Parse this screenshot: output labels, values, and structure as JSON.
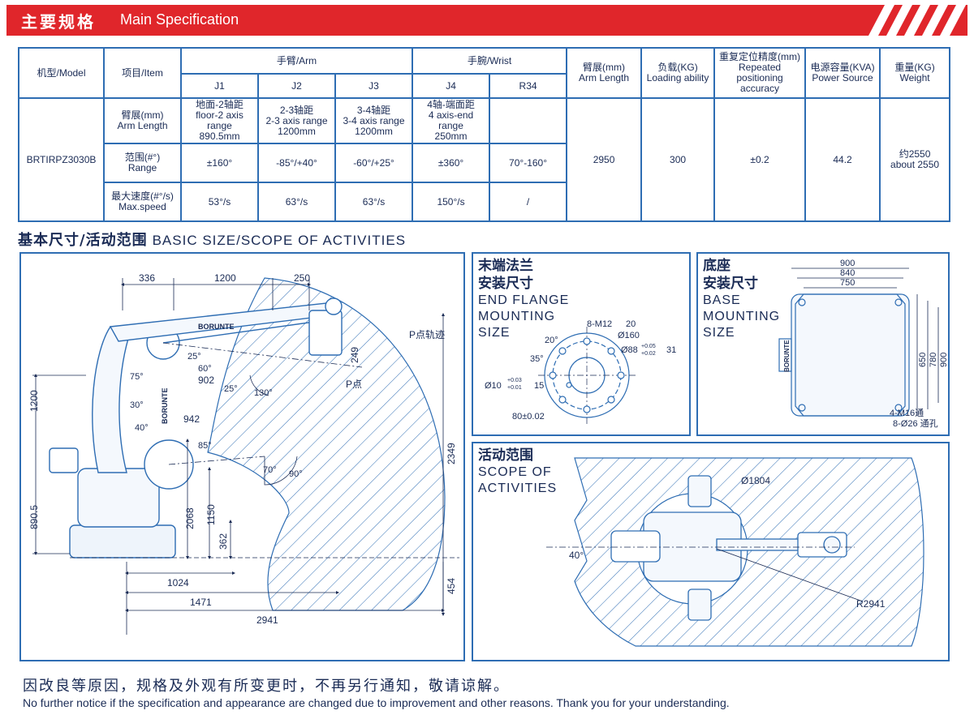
{
  "header": {
    "title_zh": "主要规格",
    "title_en": "Main Specification"
  },
  "spec": {
    "model_header": "机型/Model",
    "item_header": "项目/Item",
    "arm_header": "手臂/Arm",
    "wrist_header": "手腕/Wrist",
    "axes": [
      "J1",
      "J2",
      "J3",
      "J4",
      "R34"
    ],
    "reach_header_zh": "臂展(mm)",
    "reach_header_en": "Arm Length",
    "load_header_zh": "负载(KG)",
    "load_header_en": "Loading ability",
    "accuracy_header_zh": "重复定位精度(mm)",
    "accuracy_header_en": "Repeated positioning accuracy",
    "power_header_zh": "电源容量(KVA)",
    "power_header_en": "Power Source",
    "weight_header_zh": "重量(KG)",
    "weight_header_en": "Weight",
    "model": "BRTIRPZ3030B",
    "rows": [
      {
        "label_zh": "臂展(mm)",
        "label_en": "Arm Length",
        "cells": [
          {
            "zh": "地面-2轴距",
            "en": "floor-2 axis range",
            "val": "890.5mm"
          },
          {
            "zh": "2-3轴距",
            "en": "2-3 axis range",
            "val": "1200mm"
          },
          {
            "zh": "3-4轴距",
            "en": "3-4 axis range",
            "val": "1200mm"
          },
          {
            "zh": "4轴-端面距",
            "en": "4 axis-end range",
            "val": "250mm"
          },
          {
            "zh": "",
            "en": "",
            "val": ""
          }
        ]
      },
      {
        "label_zh": "范围(#°)",
        "label_en": "Range",
        "values": [
          "±160°",
          "-85°/+40°",
          "-60°/+25°",
          "±360°",
          "70°-160°"
        ]
      },
      {
        "label_zh": "最大速度(#°/s)",
        "label_en": "Max.speed",
        "values": [
          "53°/s",
          "63°/s",
          "63°/s",
          "150°/s",
          "/"
        ]
      }
    ],
    "arm_length": "2950",
    "load": "300",
    "accuracy": "±0.2",
    "power": "44.2",
    "weight_zh": "约2550",
    "weight_en": "about 2550"
  },
  "section": {
    "title_zh": "基本尺寸/活动范围",
    "title_en": "BASIC SIZE/SCOPE OF ACTIVITIES"
  },
  "dimensions": {
    "top": [
      "336",
      "1200",
      "250"
    ],
    "p_track": "P点轨迹",
    "p_point": "P点",
    "angles": [
      "25°",
      "60°",
      "75°",
      "30°",
      "40°",
      "85°",
      "130°",
      "25°",
      "70°",
      "90°"
    ],
    "inner": [
      "902",
      "942",
      "249"
    ],
    "left": [
      "1200",
      "890.5"
    ],
    "vertical": [
      "2068",
      "1150",
      "362"
    ],
    "right": [
      "2349",
      "454"
    ],
    "bottom": [
      "1024",
      "1471",
      "2941"
    ],
    "brand": "BORUNTE"
  },
  "flange": {
    "title_zh": [
      "末端法兰",
      "安装尺寸"
    ],
    "title_en": [
      "END FLANGE",
      "MOUNTING",
      "SIZE"
    ],
    "labels": [
      "8-M12",
      "20",
      "Ø160",
      "Ø88",
      "+0.05",
      "+0.02",
      "31",
      "20°",
      "35°",
      "Ø10",
      "+0.03",
      "+0.01",
      "15",
      "80±0.02"
    ]
  },
  "base": {
    "title_zh": [
      "底座",
      "安装尺寸"
    ],
    "title_en": [
      "BASE",
      "MOUNTING",
      "SIZE"
    ],
    "top_dims": [
      "900",
      "840",
      "750"
    ],
    "side_dims": [
      "650",
      "780",
      "900"
    ],
    "holes": [
      "4-M16通",
      "8-Ø26 通孔"
    ],
    "brand": "BORUNTE"
  },
  "scope": {
    "title_zh": "活动范围",
    "title_en": [
      "SCOPE OF",
      "ACTIVITIES"
    ],
    "labels": [
      "Ø1804",
      "40°",
      "R2941"
    ]
  },
  "footer": {
    "zh": "因改良等原因，规格及外观有所变更时，不再另行通知，敬请谅解。",
    "en": "No further notice if the specification and appearance are changed due to improvement and other reasons. Thank you for your understanding."
  },
  "colors": {
    "accent_red": "#e0262b",
    "line_blue": "#2e6db3",
    "text_navy": "#1a2b55"
  }
}
